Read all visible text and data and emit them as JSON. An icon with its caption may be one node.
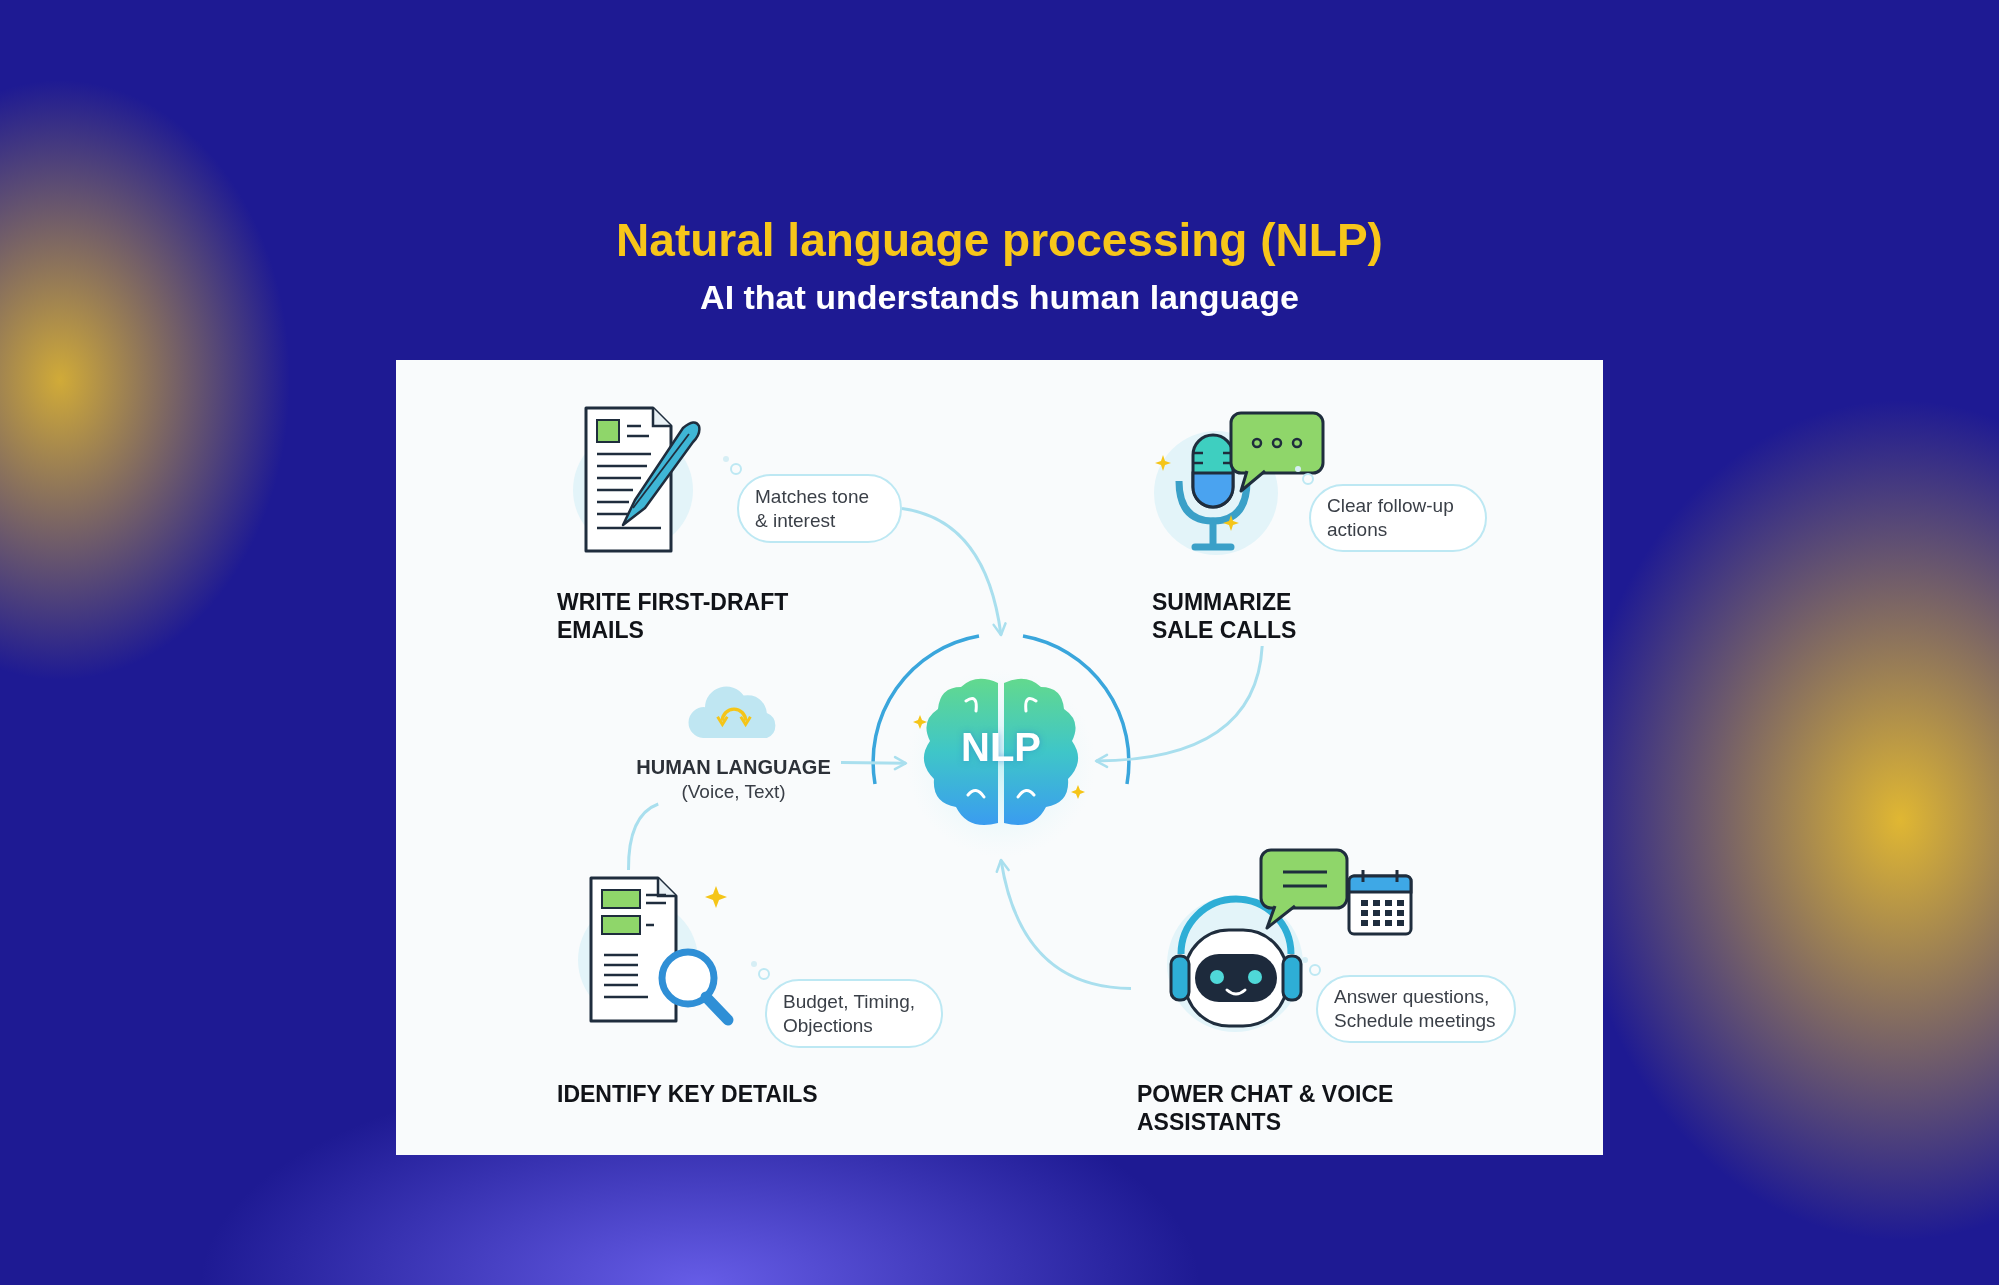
{
  "diagram": {
    "title": "Natural language processing (NLP)",
    "nodes": [
      {
        "text": [],
        "shape": "picture"
      },
      {
        "text": [
          "Matches tone & interest"
        ]
      },
      {
        "text": [
          "WRITE FIRST-DRAFT EMAILS"
        ]
      },
      {
        "text": [],
        "shape": "picture"
      },
      {
        "text": [
          "Clear follow-up actions"
        ]
      },
      {
        "text": [
          "SUMMARIZE SALE CALLS"
        ]
      },
      {
        "text": [
          "HUMAN LANGUAGE",
          "(Voice, Text)"
        ]
      },
      {
        "text": [
          "NLP"
        ]
      },
      {
        "text": [],
        "shape": "picture"
      },
      {
        "text": [
          "Budget, Timing, Objections"
        ]
      },
      {
        "text": [
          "IDENTIFY KEY DETAILS"
        ]
      },
      {
        "text": [],
        "shape": "picture"
      },
      {
        "text": [
          "Answer questions, Schedule meetings"
        ]
      },
      {
        "text": [
          "POWER CHAT & VOICE ASSISTANTS"
        ]
      }
    ],
    "edges": [
      {
        "from": 1,
        "to": 7,
        "arrow": "to"
      },
      {
        "from": 5,
        "to": 7,
        "arrow": "to"
      },
      {
        "from": 11,
        "to": 7,
        "arrow": "to"
      },
      {
        "from": 8,
        "to": 6,
        "arrow": "none"
      },
      {
        "from": 6,
        "to": 7,
        "arrow": "to"
      }
    ],
    "labels": [
      "AI that understands human language"
    ]
  }
}
